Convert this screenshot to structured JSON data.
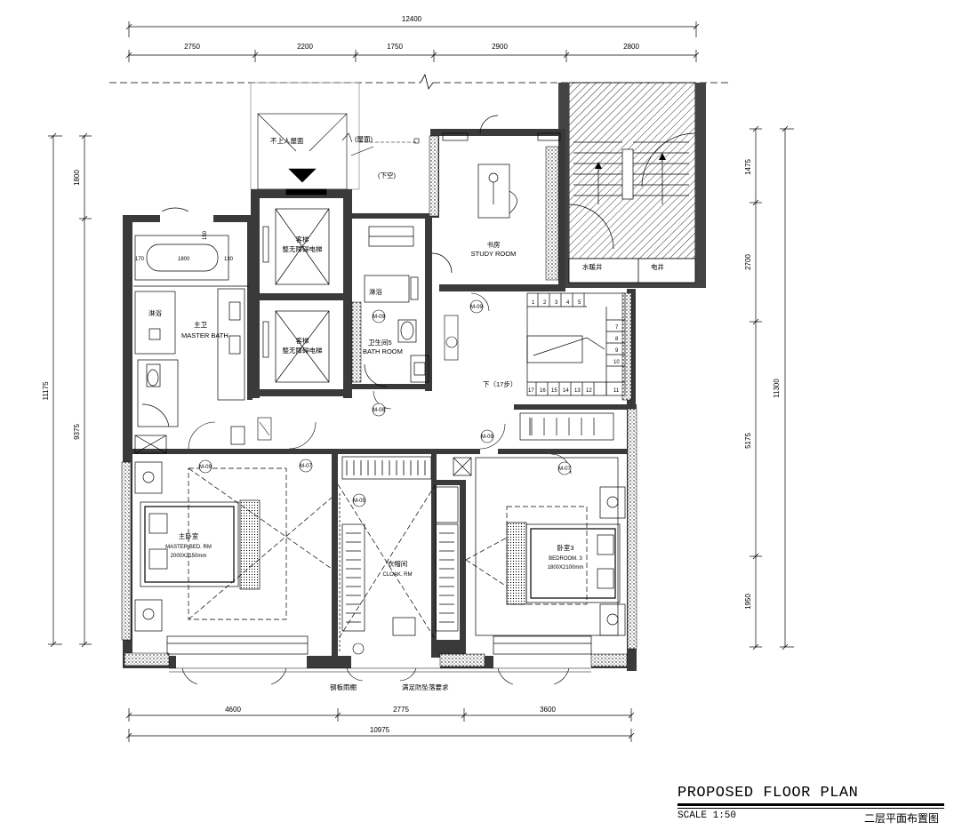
{
  "dimensions": {
    "top_total": "12400",
    "top_segments": [
      "2750",
      "2200",
      "1750",
      "2900",
      "2800"
    ],
    "left_outer": "11175",
    "left_inner": [
      "1800",
      "9375"
    ],
    "right_outer": "11300",
    "right_inner": [
      "1475",
      "2700",
      "5175",
      "1950"
    ],
    "bottom_segments": [
      "4600",
      "2775",
      "3600"
    ],
    "bottom_total": "10975"
  },
  "rooms": {
    "roof": "不上人屋面",
    "open_below": "(下空)",
    "roof_tag": "(屋面)",
    "study": "书房",
    "study_en": "STUDY ROOM",
    "elevator1": "客梯",
    "elevator1_sub": "整无障碍电梯",
    "elevator2": "客梯",
    "elevator2_sub": "整无障碍电梯",
    "master_bath": "主卫",
    "master_bath_en": "MASTER BATH",
    "shower": "淋浴",
    "shower2": "淋浴",
    "bath5": "卫生间5",
    "bath5_en": "BATH ROOM",
    "water_shaft": "水暖井",
    "elec_shaft": "电井",
    "stair_down": "下（17步）",
    "master_bed": "主卧室",
    "master_bed_en": "MASTER BED. RM",
    "master_bed_size": "2000X2150mm",
    "cloak": "衣帽间",
    "cloak_en": "CLOAK. RM",
    "bedroom3": "卧室3",
    "bedroom3_en": "BEDROOM. 3",
    "bedroom3_size": "1800X2100mm",
    "note_left": "钢板雨棚",
    "note_right": "满足防坠落要求",
    "bathtub_w": "1800",
    "bathtub_l": "170",
    "bathtub_r": "130",
    "bathtub_v": "150"
  },
  "door_tags": [
    "M-09",
    "M-09",
    "M-08",
    "M-09",
    "M-07",
    "M-09",
    "M-05",
    "M-07"
  ],
  "stair_numbers_top": [
    "1",
    "2",
    "3",
    "4",
    "5"
  ],
  "stair_numbers_right": [
    "7",
    "8",
    "9",
    "10"
  ],
  "stair_numbers_bottom": [
    "17",
    "16",
    "15",
    "14",
    "13",
    "12",
    "11"
  ],
  "title": {
    "main": "PROPOSED FLOOR PLAN",
    "scale": "SCALE 1:50",
    "cn": "二层平面布置图"
  }
}
